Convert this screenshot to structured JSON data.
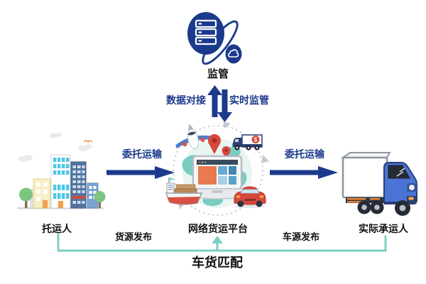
{
  "colors": {
    "navy": "#1c3a8c",
    "teal": "#7ecfc6",
    "red": "#d8473b",
    "orange": "#e8883a"
  },
  "nodes": {
    "supervision": {
      "label": "监管"
    },
    "platform": {
      "label": "网络货运平台",
      "badge": "$"
    },
    "shipper": {
      "label": "托运人"
    },
    "carrier": {
      "label": "实际承运人"
    }
  },
  "flows": {
    "data_link": {
      "label": "数据对接"
    },
    "realtime_monitor": {
      "label": "实时监管"
    },
    "entrust_left": {
      "label": "委托运输"
    },
    "entrust_right": {
      "label": "委托运输"
    },
    "cargo_publish": {
      "label": "货源发布"
    },
    "vehicle_publish": {
      "label": "车源发布"
    },
    "matching": {
      "label": "车货匹配"
    }
  }
}
